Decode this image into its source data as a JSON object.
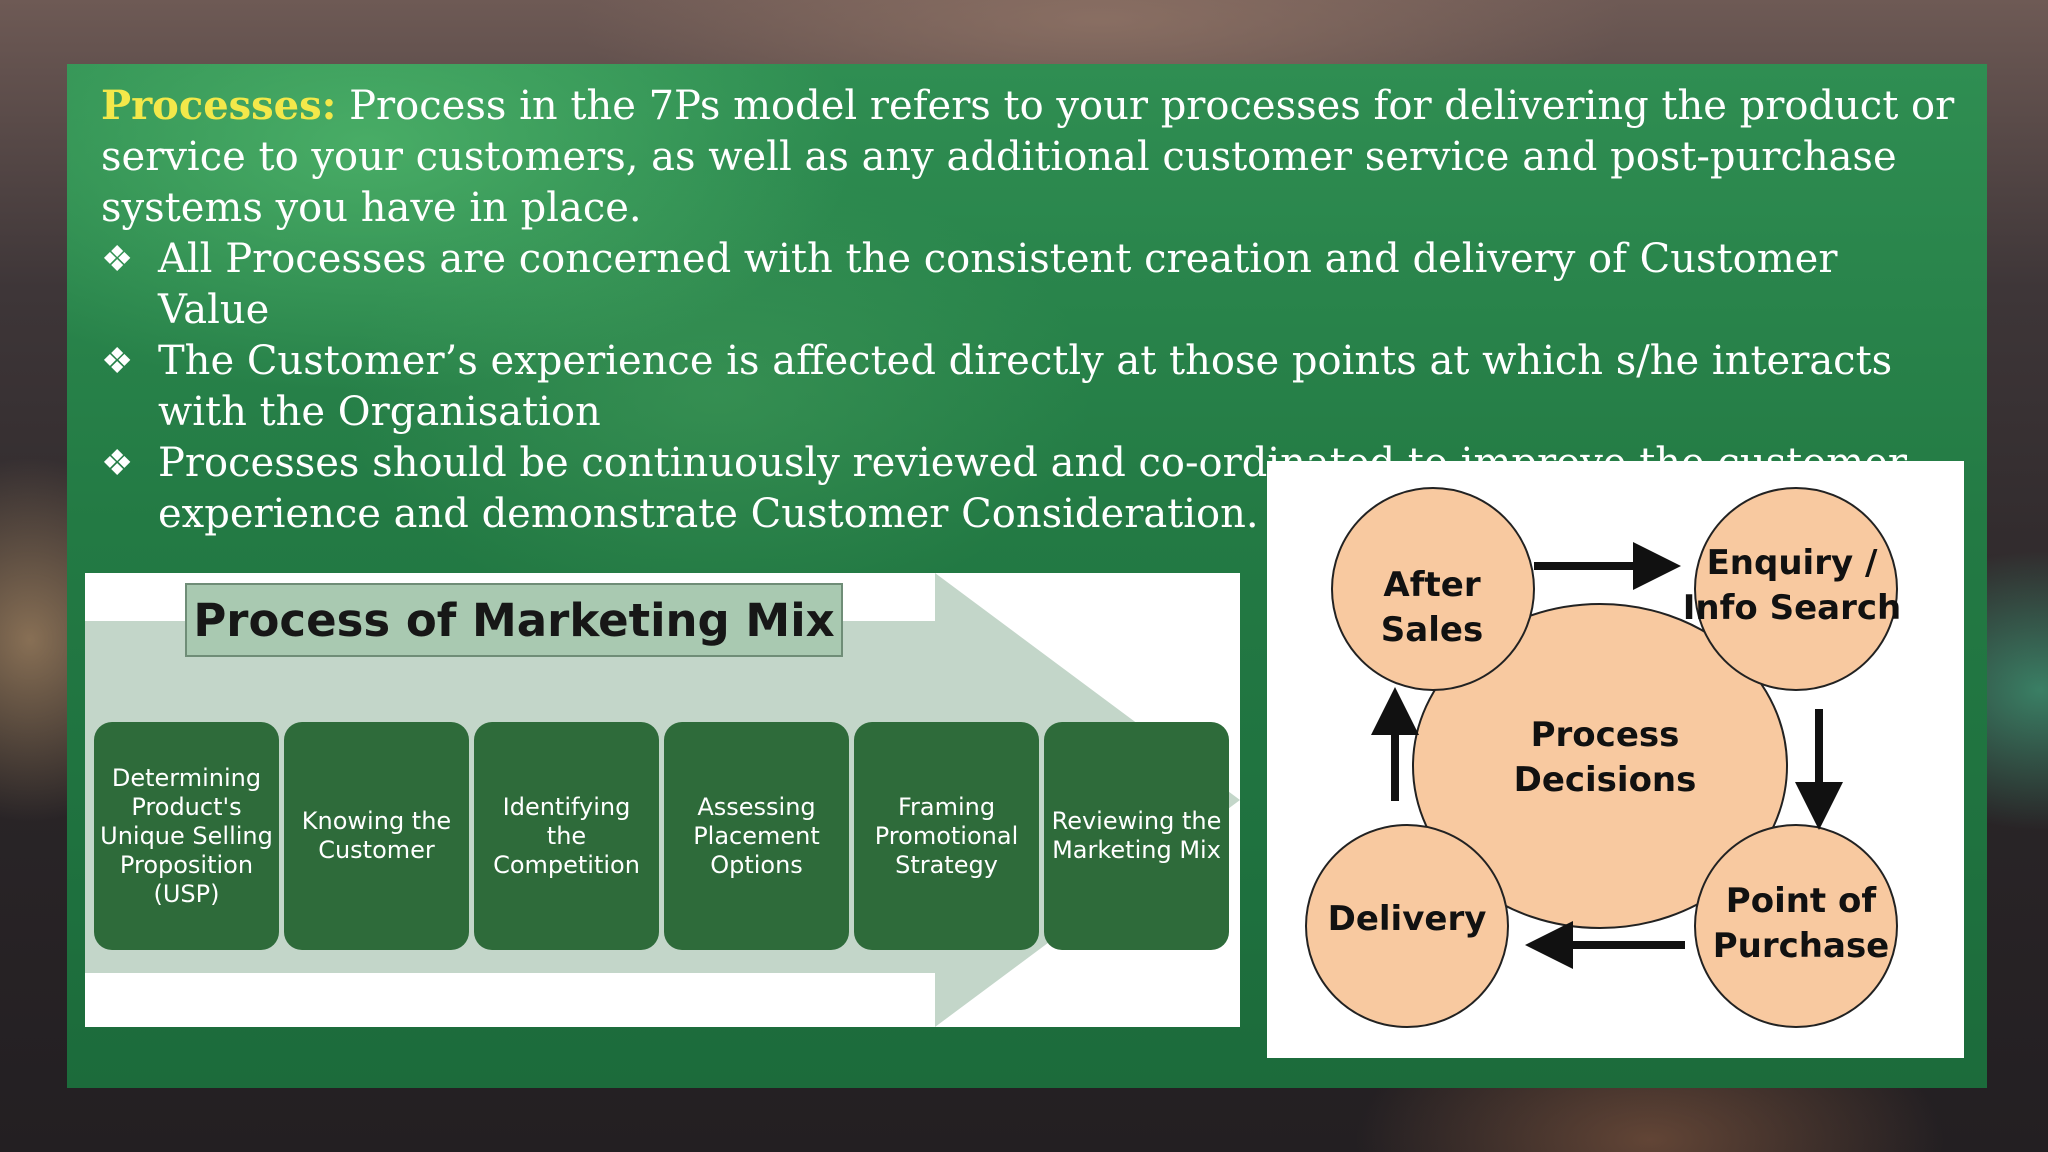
{
  "text": {
    "lead_label": "Processes:",
    "lead_text": " Process in the 7Ps model refers to your processes for delivering the product or service to your customers, as well as any additional customer service and post-purchase systems you have in place.",
    "bullet_symbol": "❖",
    "bullets": [
      "All Processes are concerned with the consistent creation and delivery of Customer Value",
      "The Customer’s experience is affected directly at those points at which s/he interacts with the Organisation",
      "Processes should be continuously reviewed and co-ordinated to improve the customer experience and demonstrate Customer Consideration."
    ]
  },
  "marketing_mix": {
    "title": "Process of Marketing Mix",
    "steps": [
      "Determining Product's Unique Selling Proposition (USP)",
      "Knowing the Customer",
      "Identifying the Competition",
      "Assessing Placement Options",
      "Framing Promotional Strategy",
      "Reviewing the Marketing Mix"
    ]
  },
  "process_cycle": {
    "center": "Process Decisions",
    "after_sales": "After Sales",
    "enquiry": "Enquiry / Info Search",
    "purchase": "Point of Purchase",
    "delivery": "Delivery"
  },
  "colors": {
    "highlight": "#f3e84a",
    "circle_fill": "#f8c9a0",
    "step_fill": "#2e6b3a"
  }
}
